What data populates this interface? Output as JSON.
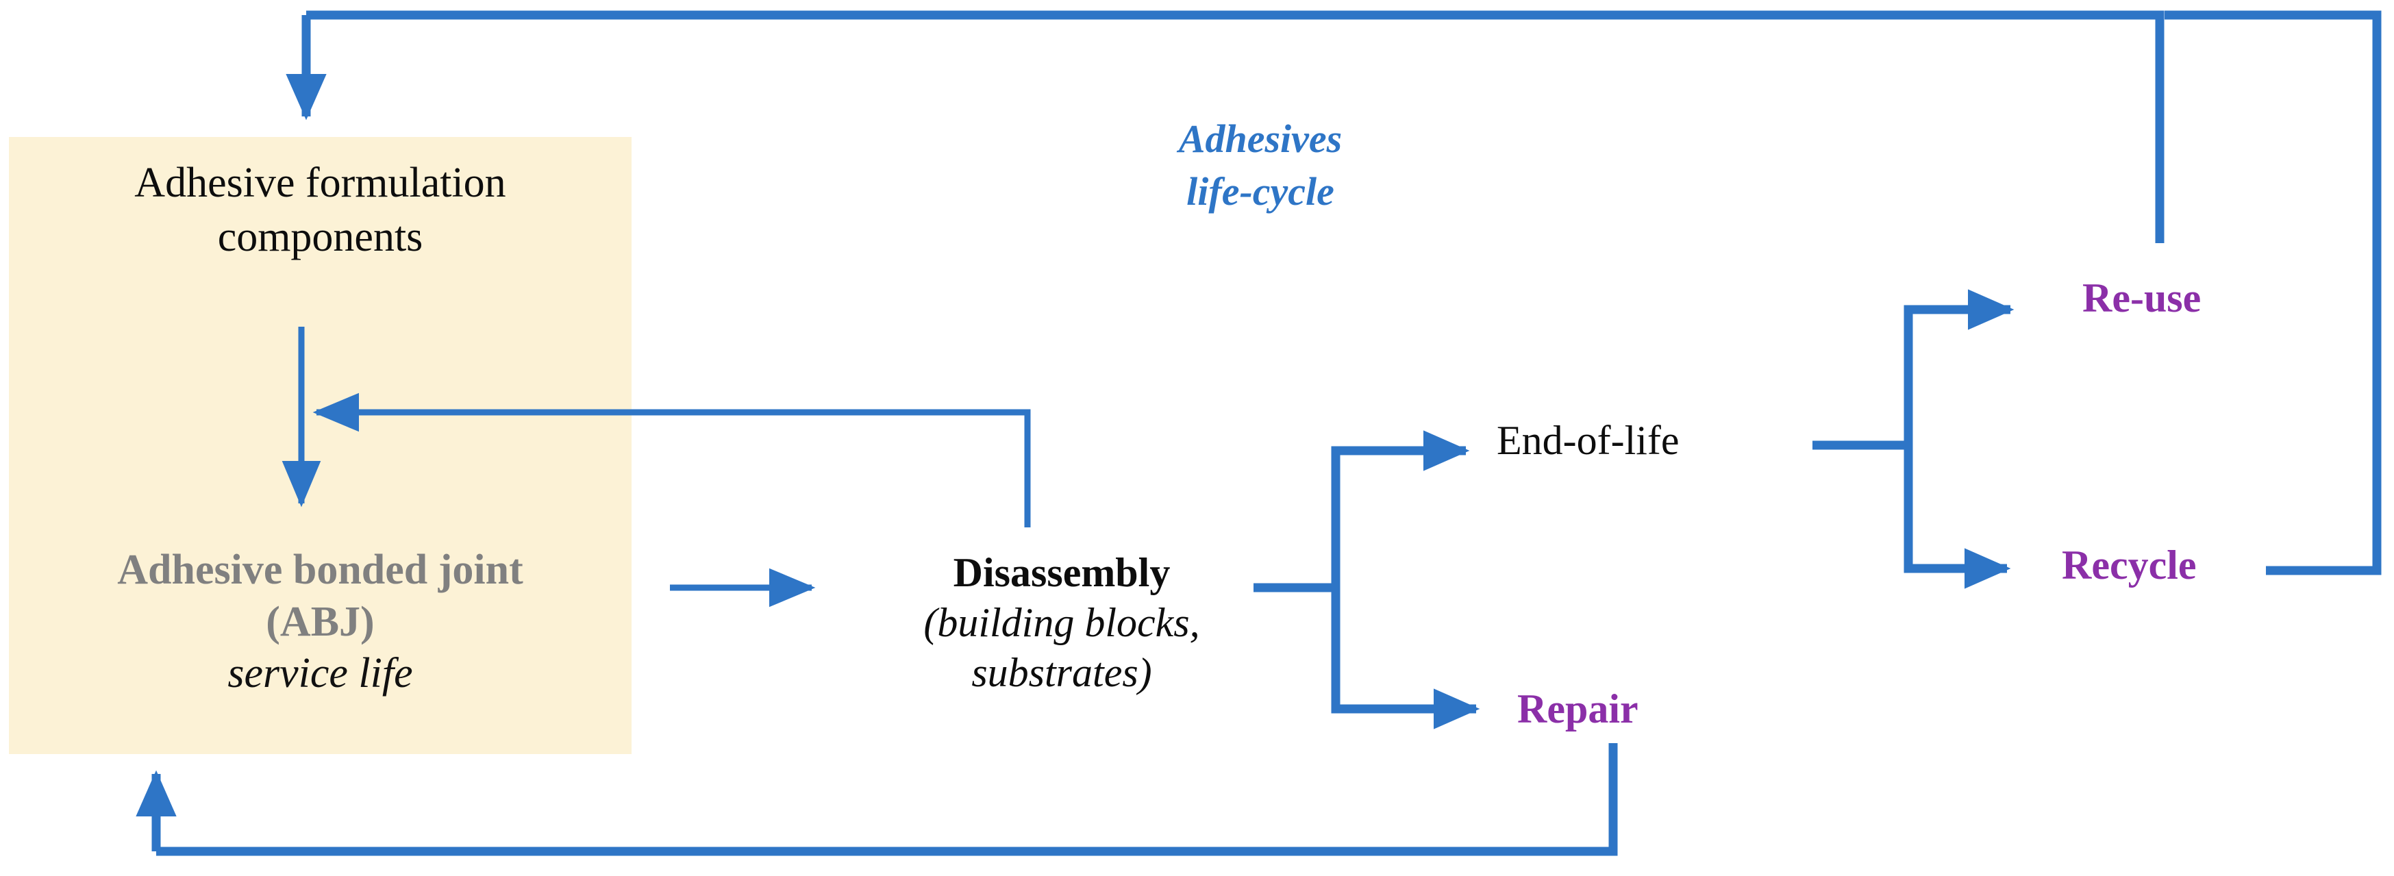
{
  "diagram": {
    "title": "Adhesives life-cycle",
    "title_line1": "Adhesives",
    "title_line2": "life-cycle",
    "colors": {
      "arrow_blue": "#2E75C6",
      "title_blue": "#2E75C6",
      "panel_beige": "#FCF2D6",
      "accent_purple": "#8B2FA8",
      "abj_gray": "#808080",
      "text_black": "#0d0d0d"
    },
    "nodes": {
      "formulation": {
        "line1": "Adhesive formulation",
        "line2": "components"
      },
      "abj": {
        "line1": "Adhesive bonded joint",
        "line2": "(ABJ)",
        "line3": "service life"
      },
      "disassembly": {
        "line1": "Disassembly",
        "line2": "(building blocks,",
        "line3": "substrates)"
      },
      "end_of_life": {
        "label": "End-of-life"
      },
      "reuse": {
        "label": "Re-use"
      },
      "recycle": {
        "label": "Recycle"
      },
      "repair": {
        "label": "Repair"
      }
    },
    "edges": [
      {
        "from": "top-return-bus",
        "to": "formulation",
        "style": "arrow-down"
      },
      {
        "from": "formulation",
        "to": "abj",
        "style": "arrow-down"
      },
      {
        "from": "disassembly-riser",
        "to": "formulation-column",
        "style": "arrow-left"
      },
      {
        "from": "abj",
        "to": "disassembly",
        "style": "arrow-right"
      },
      {
        "from": "disassembly",
        "to": "end-of-life",
        "style": "arrow-right-branch-up"
      },
      {
        "from": "disassembly",
        "to": "repair",
        "style": "arrow-right-branch-down"
      },
      {
        "from": "end-of-life",
        "to": "reuse",
        "style": "arrow-right-branch-up"
      },
      {
        "from": "end-of-life",
        "to": "recycle",
        "style": "arrow-right-branch-down"
      },
      {
        "from": "reuse",
        "to": "top-return-bus",
        "style": "line-up"
      },
      {
        "from": "recycle",
        "to": "top-return-bus",
        "style": "line-right-up"
      },
      {
        "from": "repair",
        "to": "abj",
        "style": "line-down-left-arrow-up"
      }
    ]
  }
}
